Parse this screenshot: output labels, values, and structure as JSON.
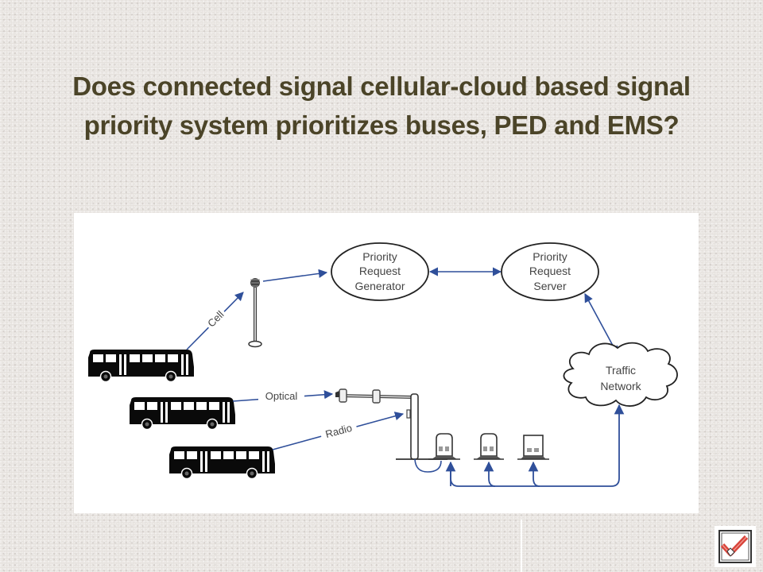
{
  "slide": {
    "title_line1": "Does connected signal cellular-cloud based signal",
    "title_line2": "priority system prioritizes buses, PED and EMS?"
  },
  "diagram": {
    "nodes": {
      "generator": [
        "Priority",
        "Request",
        "Generator"
      ],
      "server": [
        "Priority",
        "Request",
        "Server"
      ],
      "network": [
        "Traffic",
        "Network"
      ]
    },
    "links": {
      "cell": "Cell",
      "optical": "Optical",
      "radio": "Radio"
    },
    "colors": {
      "arrow": "#2f4f9a",
      "outline": "#222222",
      "bus": "#0a0a0a"
    }
  },
  "footer": {
    "badge_icon": "checkmark-icon",
    "badge_accent": "#d9453c"
  }
}
